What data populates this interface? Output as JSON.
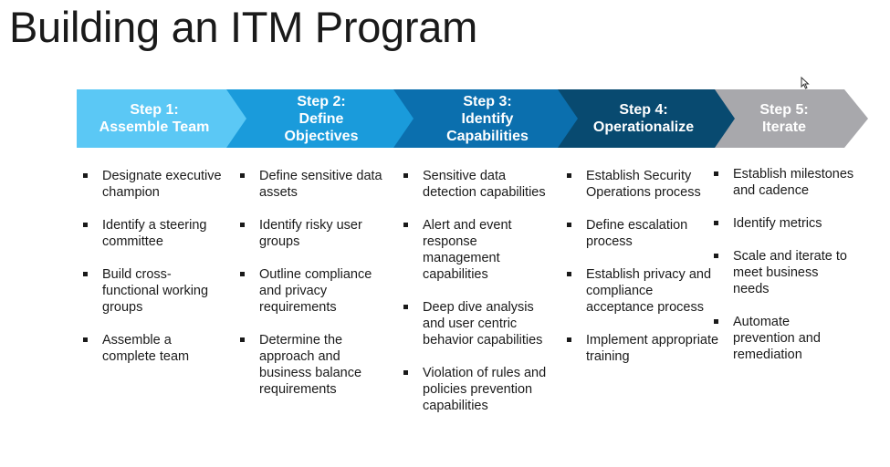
{
  "title": "Building an ITM Program",
  "steps": [
    {
      "line1": "Step 1:",
      "line2": "Assemble Team",
      "line3": "",
      "color": "#5BC8F5",
      "items": [
        "Designate executive champion",
        "Identify a steering committee",
        "Build cross-functional working groups",
        "Assemble a complete team"
      ]
    },
    {
      "line1": "Step 2:",
      "line2": "Define",
      "line3": "Objectives",
      "color": "#1A9BDB",
      "items": [
        "Define sensitive data assets",
        "Identify risky user groups",
        "Outline compliance and privacy requirements",
        "Determine the approach and business balance requirements"
      ]
    },
    {
      "line1": "Step 3:",
      "line2": "Identify",
      "line3": "Capabilities",
      "color": "#0B6FAE",
      "items": [
        "Sensitive data detection capabilities",
        "Alert and event response management capabilities",
        "Deep dive analysis and user centric behavior capabilities",
        "Violation of rules and policies prevention capabilities"
      ]
    },
    {
      "line1": "Step 4:",
      "line2": "Operationalize",
      "line3": "",
      "color": "#084A70",
      "items": [
        "Establish Security Operations process",
        "Define escalation process",
        "Establish privacy and compliance acceptance process",
        "Implement appropriate training"
      ]
    },
    {
      "line1": "Step 5:",
      "line2": "Iterate",
      "line3": "",
      "color": "#A8A8AC",
      "items": [
        "Establish milestones and cadence",
        "Identify metrics",
        "Scale and iterate to meet business needs",
        "Automate prevention and remediation"
      ]
    }
  ]
}
